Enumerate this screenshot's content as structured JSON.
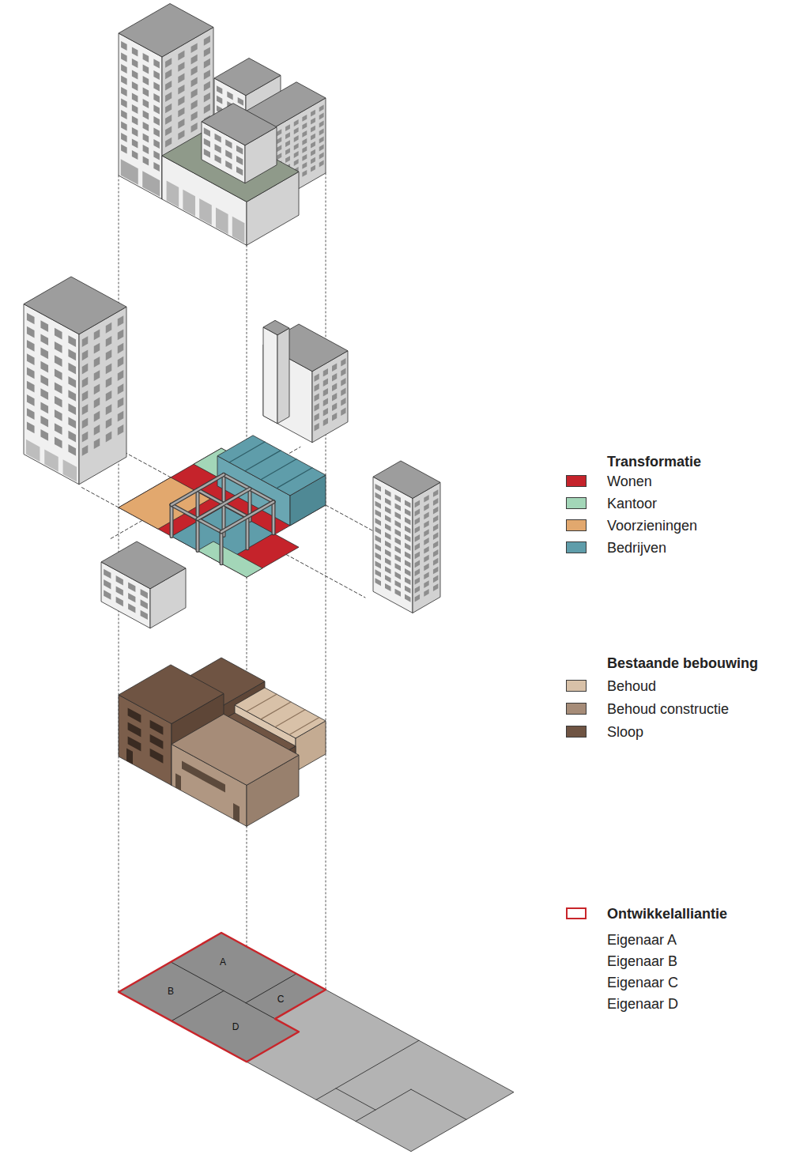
{
  "diagram": {
    "labels": [
      "Transformatie",
      "Bestaande bebouwing",
      "Eigenaar A",
      "Eigenaar B",
      "Eigenaar C",
      "Eigenaar D",
      "A",
      "B",
      "C",
      "D"
    ],
    "legend": [
      {
        "text": "Wonen",
        "color": "#c5232b"
      },
      {
        "text": "Kantoor",
        "color": "#a3d6b8"
      },
      {
        "text": "Voorzieningen",
        "color": "#e2a86e"
      },
      {
        "text": "Bedrijven",
        "color": "#5f9daa"
      },
      {
        "text": "Behoud",
        "color": "#d8c1a8"
      },
      {
        "text": "Behoud constructie",
        "color": "#a68c78"
      },
      {
        "text": "Sloop",
        "color": "#6f5443"
      },
      {
        "text": "Ontwikkelalliantie"
      }
    ]
  }
}
